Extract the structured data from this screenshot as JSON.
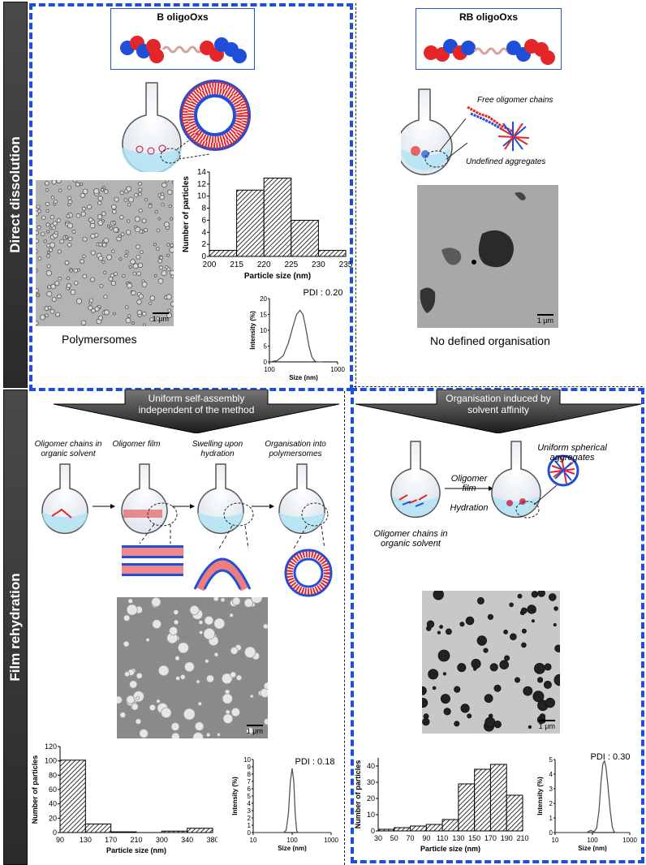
{
  "sections": {
    "direct": "Direct dissolution",
    "film": "Film rehydration"
  },
  "b_title": "B oligoOxs",
  "rb_title": "RB oligoOxs",
  "labels": {
    "polymersomes": "Polymersomes",
    "no_org": "No defined organisation",
    "free_chains": "Free oligomer chains",
    "undefined_agg": "Undefined aggregates",
    "scale": "1 μm"
  },
  "arrows": {
    "left": "Uniform self-assembly independent of the method",
    "right": "Organisation induced by solvent affinity"
  },
  "film_steps": [
    "Oligomer chains in organic solvent",
    "Oligomer film",
    "Swelling upon hydration",
    "Organisation into polymersomes"
  ],
  "rb_film": {
    "film": "Oligomer film",
    "hydration": "Hydration",
    "solvent": "Oligomer chains in organic solvent",
    "uniform": "Uniform spherical aggregates"
  },
  "colors": {
    "dash": "#1f4fd8",
    "red": "#e3262a",
    "blue": "#1f4fd8",
    "tether": "#d9a0a0"
  },
  "chart_data": [
    {
      "type": "bar",
      "id": "hist_direct",
      "categories": [
        "200-215",
        "215-220",
        "220-225",
        "225-230",
        "230-235"
      ],
      "edges": [
        200,
        215,
        220,
        225,
        230,
        235
      ],
      "values": [
        1,
        11,
        13,
        6,
        1
      ],
      "xticks": [
        "200",
        "215",
        "220",
        "225",
        "230",
        "235"
      ],
      "yticks": [
        "0",
        "2",
        "4",
        "6",
        "8",
        "10",
        "12",
        "14"
      ],
      "ylim": [
        0,
        14
      ],
      "xlabel": "Particle size (nm)",
      "ylabel": "Number of particles"
    },
    {
      "type": "line",
      "id": "dls_direct",
      "x": [
        100,
        130,
        160,
        190,
        220,
        250,
        280,
        310,
        340,
        380,
        420,
        460,
        500,
        600
      ],
      "y": [
        0,
        0.4,
        2,
        6,
        11,
        15,
        16.3,
        15,
        11,
        5,
        1.5,
        0.3,
        0,
        0
      ],
      "xticks": [
        "100",
        "1000"
      ],
      "yticks": [
        "0",
        "5",
        "10",
        "15",
        "20"
      ],
      "xlim": [
        100,
        1000
      ],
      "ylim": [
        0,
        20
      ],
      "xscale": "log",
      "xlabel": "Size (nm)",
      "ylabel": "Intensity (%)",
      "annotation": "PDI : 0.20"
    },
    {
      "type": "bar",
      "id": "hist_film_b",
      "categories": [
        "90-130",
        "130-170",
        "170-210",
        "300-340",
        "340-380"
      ],
      "values": [
        101,
        12,
        1,
        2,
        6
      ],
      "xticks": [
        "90",
        "130",
        "170",
        "210",
        "300",
        "340",
        "380"
      ],
      "yticks": [
        "0",
        "20",
        "40",
        "60",
        "80",
        "100",
        "120"
      ],
      "ylim": [
        0,
        120
      ],
      "xlabel": "Particle size (nm)",
      "ylabel": "Number of particles"
    },
    {
      "type": "line",
      "id": "dls_film_b",
      "x": [
        10,
        60,
        70,
        80,
        90,
        100,
        110,
        120,
        130,
        140,
        1000
      ],
      "y": [
        0,
        0,
        0.3,
        2.5,
        7,
        8.8,
        7,
        2.5,
        0.3,
        0,
        0
      ],
      "xticks": [
        "10",
        "100",
        "1000"
      ],
      "yticks": [
        "0",
        "1",
        "2",
        "3",
        "4",
        "5",
        "6",
        "7",
        "8",
        "9",
        "10"
      ],
      "xlim": [
        10,
        1000
      ],
      "ylim": [
        0,
        10
      ],
      "xscale": "log",
      "xlabel": "Size (nm)",
      "ylabel": "Intensity (%)",
      "annotation": "PDI : 0.18"
    },
    {
      "type": "bar",
      "id": "hist_film_rb",
      "categories": [
        "30-50",
        "50-70",
        "70-90",
        "90-110",
        "110-130",
        "130-150",
        "150-170",
        "170-190",
        "190-210"
      ],
      "values": [
        1,
        2,
        3,
        4,
        7,
        29,
        38,
        41,
        22
      ],
      "xticks": [
        "30",
        "50",
        "70",
        "90",
        "110",
        "130",
        "150",
        "170",
        "190",
        "210"
      ],
      "yticks": [
        "0",
        "10",
        "20",
        "30",
        "40"
      ],
      "ylim": [
        0,
        45
      ],
      "xlabel": "Particle size (nm)",
      "ylabel": "Number of particles"
    },
    {
      "type": "line",
      "id": "dls_film_rb",
      "x": [
        10,
        70,
        90,
        110,
        130,
        150,
        170,
        190,
        210,
        230,
        260,
        300,
        340,
        380,
        420,
        1000
      ],
      "y": [
        0,
        0,
        0.15,
        0.05,
        0.3,
        1.5,
        3.5,
        4.7,
        4.9,
        4.5,
        3.2,
        1.5,
        0.4,
        0.05,
        0,
        0
      ],
      "xticks": [
        "10",
        "100",
        "1000"
      ],
      "yticks": [
        "0",
        "1",
        "2",
        "3",
        "4",
        "5"
      ],
      "xlim": [
        10,
        1000
      ],
      "ylim": [
        0,
        5
      ],
      "xscale": "log",
      "xlabel": "Size (nm)",
      "ylabel": "Intensity (%)",
      "annotation": "PDI : 0.30"
    }
  ]
}
